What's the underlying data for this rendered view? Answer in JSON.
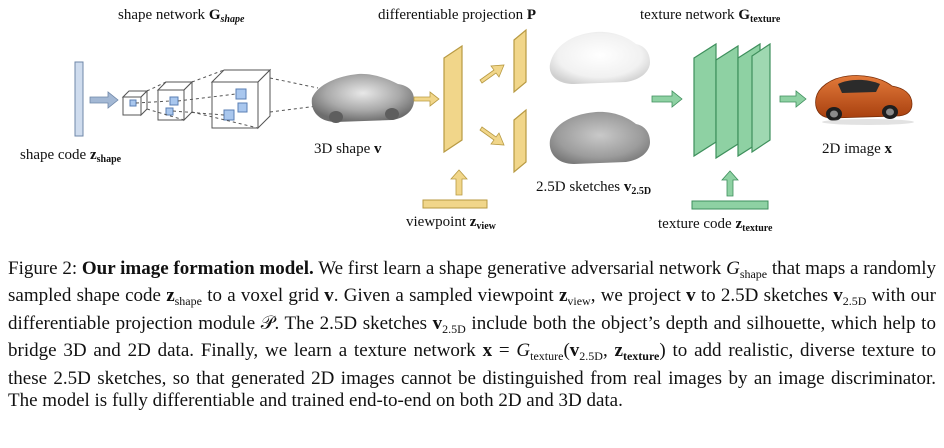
{
  "figure": {
    "labels": {
      "shape_network": "shape network",
      "shape_network_symbol": "G",
      "shape_network_sub": "shape",
      "differentiable_projection": "differentiable projection",
      "differentiable_projection_symbol": "P",
      "texture_network": "texture network",
      "texture_network_symbol": "G",
      "texture_network_sub": "texture",
      "shape_code": "shape code",
      "shape_code_symbol": "z",
      "shape_code_sub": "shape",
      "shape_3d": "3D shape",
      "shape_3d_symbol": "v",
      "sketches": "2.5D sketches",
      "sketches_symbol": "v",
      "sketches_sub": "2.5D",
      "image_2d": "2D image",
      "image_2d_symbol": "x",
      "viewpoint": "viewpoint",
      "viewpoint_symbol": "z",
      "viewpoint_sub": "view",
      "texture_code": "texture code",
      "texture_code_symbol": "z",
      "texture_code_sub": "texture"
    },
    "colors": {
      "code_bar": "#cfdcee",
      "code_bar_stroke": "#6f87a8",
      "arrow_blue": "#a3b8d4",
      "projection_yellow": "#f1d68a",
      "projection_stroke": "#b89a42",
      "texture_green": "#8ed1a3",
      "texture_stroke": "#3e8f5c",
      "car_orange": "#d0561c"
    }
  },
  "caption": {
    "label": "Figure 2:",
    "title": "Our image formation model.",
    "s1a": "We first learn a shape generative adversarial network",
    "s1b": "that maps a randomly sampled shape code",
    "s1c": "to a voxel grid",
    "s2a": "Given a sampled viewpoint",
    "s2b": ", we project",
    "s2c": "to 2.5D sketches",
    "s2d": "with our differentiable projection module",
    "s3a": "The 2.5D sketches",
    "s3b": "include both the object’s depth and silhouette, which help to bridge 3D and 2D data. Finally, we learn a texture network",
    "s3c": "to add realistic, diverse texture to these 2.5D sketches, so that generated 2D images cannot be distinguished from real images by an image discriminator. The model is fully differentiable and trained end-to-end on both 2D and 3D data.",
    "G": "G",
    "shape": "shape",
    "z": "z",
    "v": "v",
    "view": "view",
    "sub25": "2.5D",
    "P": "𝒫",
    "x": "x",
    "texture": "texture",
    "eq": " = ",
    "lparen": "(",
    "comma": ", ",
    "rparen": ")",
    "period": ".",
    "space": " "
  }
}
